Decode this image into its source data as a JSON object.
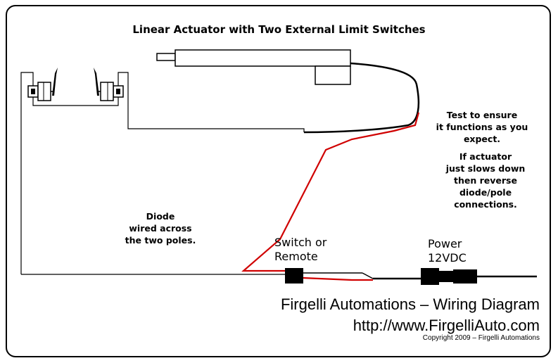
{
  "title": "Linear Actuator with Two External Limit Switches",
  "notes": {
    "test": "Test to ensure\nit functions as you\nexpect.",
    "actuator": "If actuator\njust slows down\nthen reverse\ndiode/pole\nconnections.",
    "diode": "Diode\nwired across\nthe two poles."
  },
  "components": {
    "switch": "Switch or\nRemote",
    "power": "Power\n12VDC"
  },
  "footer": {
    "brand": "Firgelli Automations – Wiring Diagram",
    "url": "http://www.FirgelliAuto.com",
    "copyright": "Copyright 2009 – Firgelli Automations"
  },
  "colors": {
    "wire_black": "#000000",
    "wire_red": "#d00000",
    "background": "#ffffff"
  }
}
